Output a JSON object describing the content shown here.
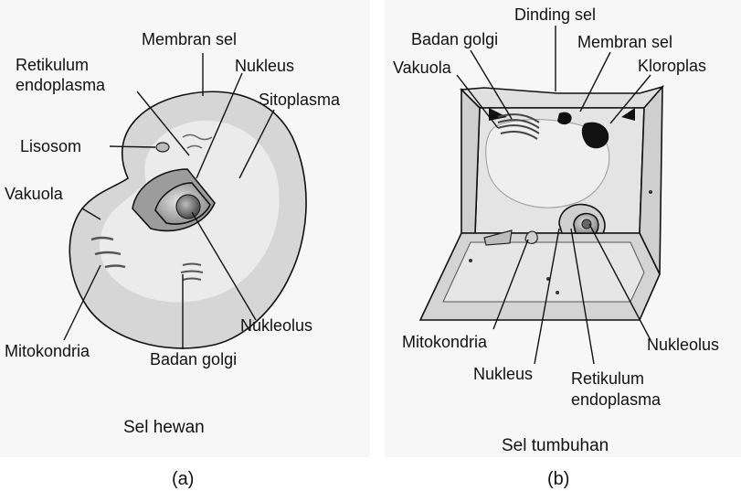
{
  "animal_cell": {
    "labels": {
      "membran_sel": "Membran sel",
      "retikulum_1": "Retikulum",
      "retikulum_2": "endoplasma",
      "nukleus": "Nukleus",
      "sitoplasma": "Sitoplasma",
      "lisosom": "Lisosom",
      "vakuola": "Vakuola",
      "nukleolus": "Nukleolus",
      "mitokondria": "Mitokondria",
      "badan_golgi": "Badan golgi"
    },
    "caption": "Sel hewan",
    "sublabel": "(a)"
  },
  "plant_cell": {
    "labels": {
      "dinding_sel": "Dinding sel",
      "badan_golgi": "Badan golgi",
      "membran_sel": "Membran sel",
      "vakuola": "Vakuola",
      "kloroplas": "Kloroplas",
      "mitokondria": "Mitokondria",
      "nukleolus": "Nukleolus",
      "nukleus": "Nukleus",
      "retikulum_1": "Retikulum",
      "retikulum_2": "endoplasma"
    },
    "caption": "Sel tumbuhan",
    "sublabel": "(b)"
  }
}
